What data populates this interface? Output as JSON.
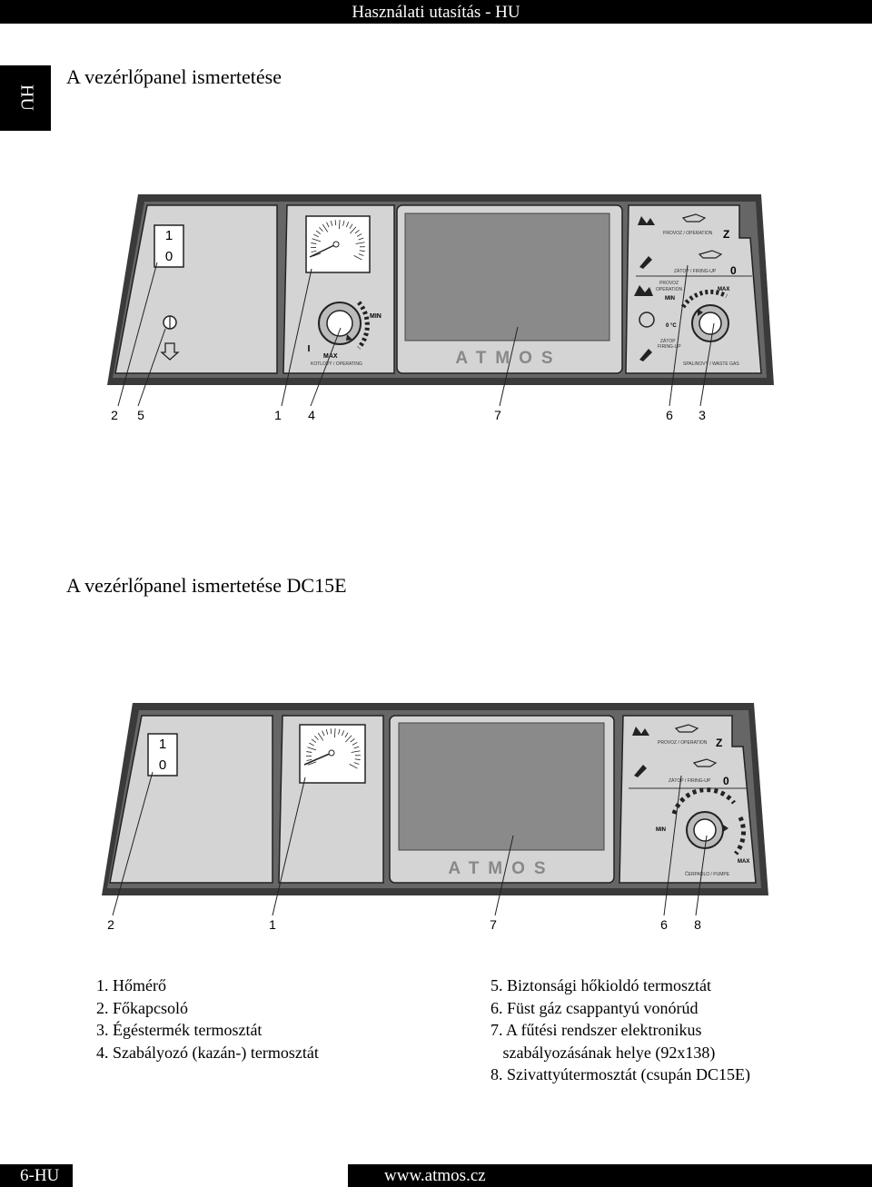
{
  "header": {
    "title": "Használati utasítás - HU"
  },
  "lang_tab": "HU",
  "section1": {
    "title": "A vezérlőpanel ismertetése",
    "switch_on": "1",
    "switch_off": "0",
    "panel_label_operating": "KOTLOVÝ / OPERATING",
    "panel_label_waste_gas": "SPALINOVÝ / WASTE GAS",
    "brand": "ATMOS",
    "provoz_operation": "PROVOZ / OPERATION",
    "zatop_firing": "ZÁTOP / FIRING-UP",
    "provoz": "PROVOZ",
    "operation": "OPERATION",
    "zatop": "ZÁTOP",
    "firing": "FIRING-UP",
    "min": "MIN",
    "max": "MAX",
    "z": "Z",
    "zero": "0",
    "deg": "0 °C",
    "callouts": [
      "2",
      "5",
      "1",
      "4",
      "7",
      "6",
      "3"
    ]
  },
  "section2": {
    "title": "A vezérlőpanel ismertetése DC15E",
    "switch_on": "1",
    "switch_off": "0",
    "brand": "ATMOS",
    "provoz_operation": "PROVOZ / OPERATION",
    "zatop_firing": "ZÁTOP / FIRING-UP",
    "pump_label": "ČERPADLO / PUMPE",
    "min": "MIN",
    "max": "MAX",
    "z": "Z",
    "zero": "0",
    "callouts": [
      "2",
      "1",
      "7",
      "6",
      "8"
    ]
  },
  "legend_left": [
    "1. Hőmérő",
    "2. Főkapcsoló",
    "3. Égéstermék termosztát",
    "4. Szabályozó (kazán-) termosztát"
  ],
  "legend_right": [
    "5. Biztonsági hőkioldó termosztát",
    "6. Füst gáz csappantyú vonórúd",
    "7. A fűtési rendszer elektronikus",
    "   szabályozásának helye (92x138)",
    "8. Szivattyútermosztát (csupán DC15E)"
  ],
  "footer": {
    "page": "6-HU",
    "url": "www.atmos.cz"
  }
}
